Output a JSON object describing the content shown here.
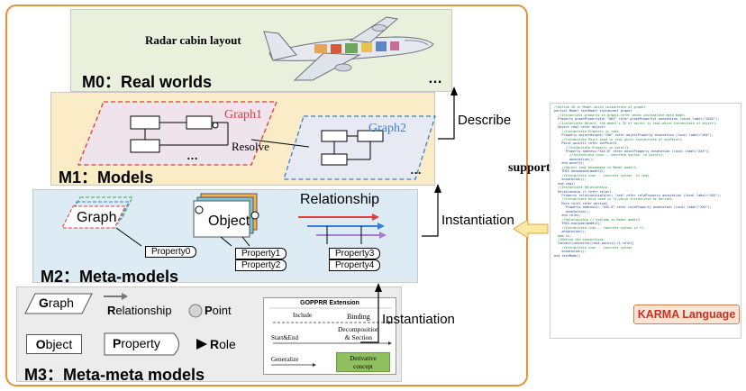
{
  "layers": {
    "m0": {
      "title": "M0：Real worlds",
      "caption": "Radar cabin layout",
      "ellipsis": "…"
    },
    "m1": {
      "title": "M1：Models",
      "graph1": "Graph1",
      "graph2": "Graph2",
      "resolve": "Resolve",
      "ellipsis1": "…",
      "ellipsis2": "…"
    },
    "m2": {
      "title": "M2：Meta-models",
      "graph": "Graph",
      "object": "Object",
      "relationship": "Relationship",
      "property0": "Property0",
      "property1": "Property1",
      "property2": "Property2",
      "property3": "Property3",
      "property4": "Property4"
    },
    "m3": {
      "title": "M3：Meta-meta models",
      "graph_g": "G",
      "graph_rest": "raph",
      "rel_r": "R",
      "rel_rest": "elationship",
      "point_p": "P",
      "point_rest": "oint",
      "object_o": "O",
      "object_rest": "bject",
      "property_p": "P",
      "property_rest": "roperty",
      "role_r": "R",
      "role_rest": "ole"
    }
  },
  "extension": {
    "title": "GOPPRR Extension",
    "include": "Include",
    "binding": "Binding",
    "startend": "Start&End",
    "decomposition": "Decomposition\n& Section",
    "generalize": "Generalize",
    "derivative": "Derivative\nconcept"
  },
  "relations": {
    "describe": "Describe",
    "instantiation1": "Instantiation",
    "instantiation2": "Instantiation",
    "support": "support"
  },
  "language": {
    "badge": "KARMA Language"
  },
  "colors": {
    "frame": "#e8913a",
    "graph1": "#e03c3c",
    "graph2": "#3a7fd5",
    "karma": "#c0332a"
  },
  "code_lines": [
    {
      "t": "//Define ID in Model which instantiate of graph1",
      "c": true
    },
    {
      "t": "partial Model testModel instanceof graph1",
      "c": false
    },
    {
      "t": "  //Instantiate property in graph1,refer means instantiate meta model.",
      "c": true
    },
    {
      "t": "  Property graphPropertyId= \"001\" refer graphProperty1 annotation (local label=\"XXXX\");",
      "c": false
    },
    {
      "t": "  //Instantiate Object, the model's ID of object is req1,which instantiate of object1.",
      "c": true
    },
    {
      "t": "  Object req1 refer object1",
      "c": false
    },
    {
      "t": "    //Instantiate Property in req1.",
      "c": true
    },
    {
      "t": "    Property objectHeight=\"150\" refer objectProperty annotation (local label=\"XXX\");",
      "c": false
    },
    {
      "t": "    //Instantiate Point used in req1,which instantiate of outPoint1.",
      "c": true
    },
    {
      "t": "    Point point11 refer outPoint1",
      "c": false
    },
    {
      "t": "      //Instantiate Property in point11.",
      "c": true
    },
    {
      "t": "      Property address=\"XXX.0\" refer pointProperty annotation (local label=\"XXX\");",
      "c": false
    },
    {
      "t": "        //Instantiate icon... concrete syntax  in point11.",
      "c": true
    },
    {
      "t": "        annotation();",
      "c": false
    },
    {
      "t": "    end point11;",
      "c": false
    },
    {
      "t": "    //Object req1 decompose to Model model2.",
      "c": true
    },
    {
      "t": "    THIS.decompose(model2);",
      "c": false
    },
    {
      "t": "    //Instantiate icon... concrete syntax  in req1.",
      "c": true
    },
    {
      "t": "    annotation();",
      "c": false
    },
    {
      "t": "  end req1;",
      "c": false
    },
    {
      "t": "  //Instantiate Relationship.",
      "c": true
    },
    {
      "t": "  Relationship r1 refer relat1",
      "c": false
    },
    {
      "t": "    Property relationshipColor= \"red\" refer relaProperty annotation (local label=\"XXX\");",
      "c": false
    },
    {
      "t": "    //Instantiate Role used in r1,which instantiate of derive1.",
      "c": true
    },
    {
      "t": "    Role role1 refer derive1",
      "c": false
    },
    {
      "t": "      Property address1= \"XXX.0\" refer roleProperty annotation (local label=\"XXX\");",
      "c": false
    },
    {
      "t": "      annotation();",
      "c": false
    },
    {
      "t": "    end roles;",
      "c": false
    },
    {
      "t": "    //Relationship r1 explode to Model model3",
      "c": true
    },
    {
      "t": "    THIS.explode(model3);",
      "c": false
    },
    {
      "t": "    //Instantiate icon... concrete syntax in r1.",
      "c": true
    },
    {
      "t": "    annotation();",
      "c": false
    },
    {
      "t": "  end r1;",
      "c": false
    },
    {
      "t": "  //Define the connections.",
      "c": true
    },
    {
      "t": "  Connect(connector[req1.point11,r1.role1]",
      "c": false
    },
    {
      "t": "    //Instantiate icon... concrete syntax",
      "c": true
    },
    {
      "t": "    annotation();",
      "c": false
    },
    {
      "t": "end testModel;",
      "c": false
    }
  ]
}
